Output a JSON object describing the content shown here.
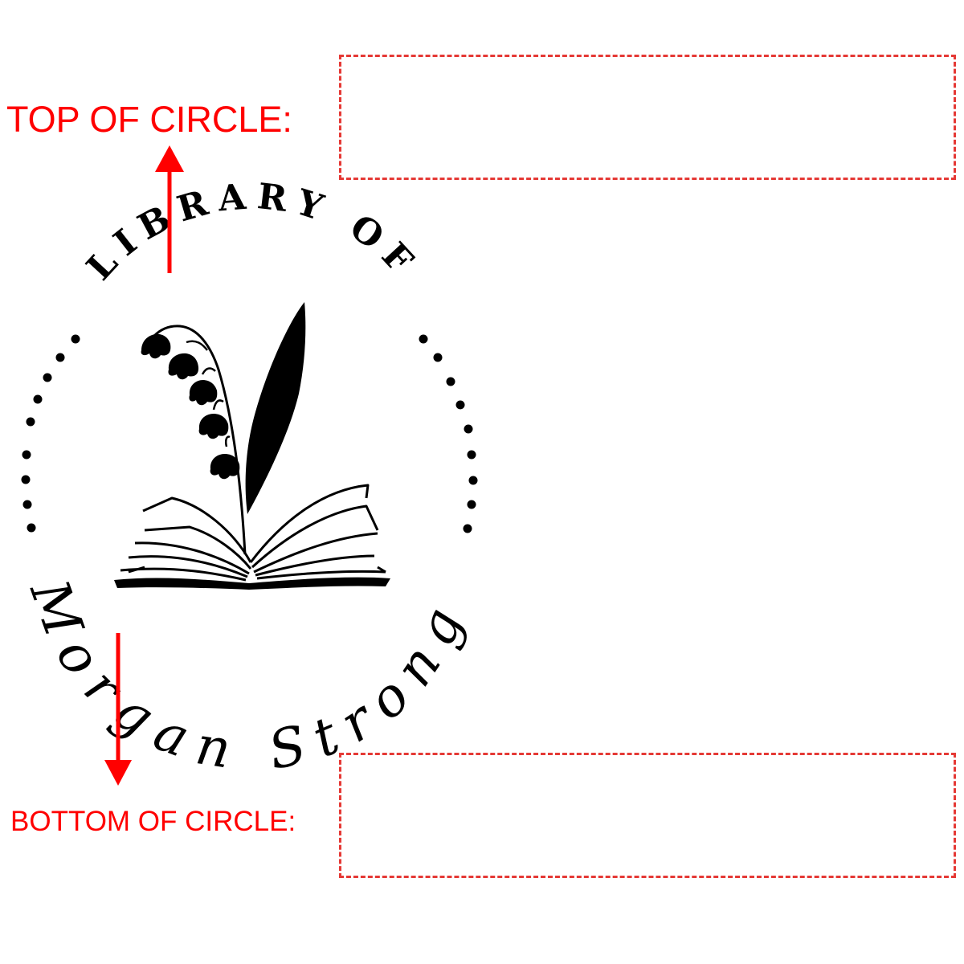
{
  "labels": {
    "top": "TOP OF CIRCLE:",
    "bottom": "BOTTOM OF CIRCLE:"
  },
  "fields": {
    "top_value": "",
    "bottom_value": ""
  },
  "stamp": {
    "top_text": "LIBRARY OF",
    "bottom_text": "Morgan Strong",
    "icon": "lily-of-the-valley-book-icon"
  },
  "colors": {
    "label": "#ff0000",
    "box_border": "#e53935",
    "arrow": "#ff0000",
    "stamp": "#000000"
  }
}
